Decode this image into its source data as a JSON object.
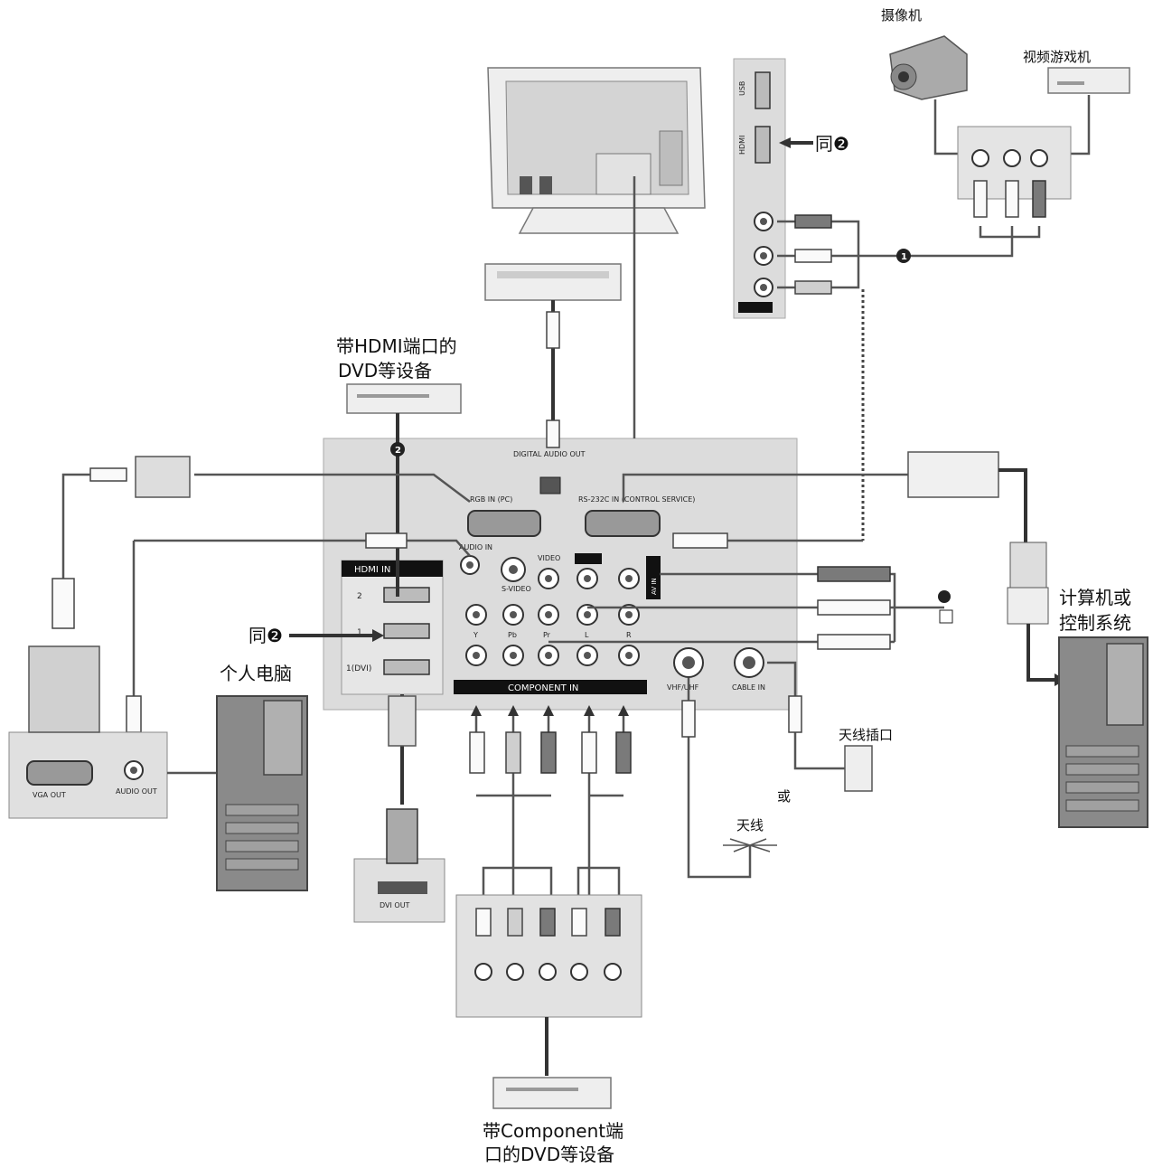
{
  "labels": {
    "camcorder": "摄像机",
    "video_game": "视频游戏机",
    "same_2_top": "同❷",
    "dvd_hdmi_line1": "带HDMI端口的",
    "dvd_hdmi_line2": "DVD等设备",
    "pc_label": "个人电脑",
    "same_2_left": "同❷",
    "computer_line1": "计算机或",
    "computer_line2": "控制系统",
    "antenna_socket": "天线插口",
    "or_label": "或",
    "antenna": "天线",
    "dvd_component_line1": "带Component端",
    "dvd_component_line2": "口的DVD等设备",
    "hdmi_in": "HDMI IN",
    "component_in": "COMPONENT IN",
    "digital_audio_out": "DIGITAL AUDIO OUT",
    "rgb_in_pc": "RGB IN (PC)",
    "rs232c": "RS-232C IN (CONTROL SERVICE)",
    "audio_in": "AUDIO IN",
    "video_label": "VIDEO",
    "svideo_label": "S-VIDEO",
    "av_in_label": "AV IN",
    "vga_out": "VGA OUT",
    "audio_out": "AUDIO OUT",
    "dvi_out": "DVI OUT",
    "vhf_label": "VHF/UHF",
    "cable_label": "CABLE IN",
    "usb_label": "USB",
    "hdmi_side": "HDMI",
    "port_y": "Y",
    "port_pb": "Pb",
    "port_pr": "Pr",
    "port_l": "L",
    "port_r": "R",
    "hdmi_port_2": "2",
    "hdmi_port_1": "1",
    "hdmi_port_dvi": "1(DVI)",
    "badge_1": "1",
    "badge_2": "2"
  }
}
